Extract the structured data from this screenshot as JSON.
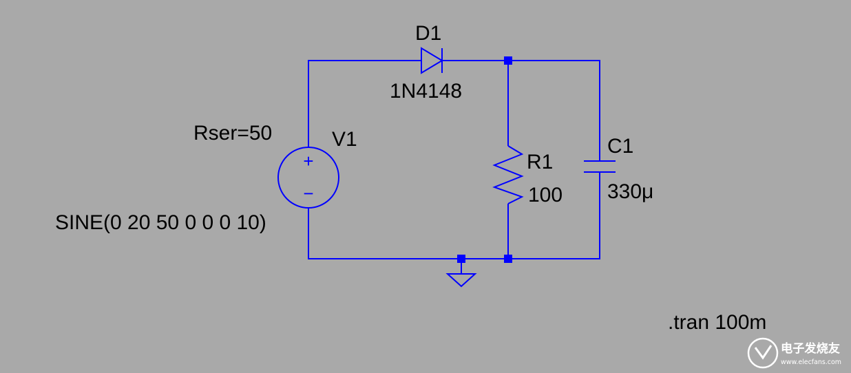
{
  "colors": {
    "background": "#a9a9a9",
    "wire": "#0000ff",
    "label": "#000000",
    "watermark": "#ffffff"
  },
  "source": {
    "name": "V1",
    "series_resistance": "Rser=50",
    "value": "SINE(0 20 50 0 0 0 10)",
    "plus_symbol": "+",
    "minus_symbol": "−"
  },
  "diode": {
    "name": "D1",
    "model": "1N4148"
  },
  "resistor": {
    "name": "R1",
    "value": "100"
  },
  "capacitor": {
    "name": "C1",
    "value": "330μ"
  },
  "directive": ".tran 100m",
  "watermark": {
    "text_cn": "电子发烧友",
    "url": "www.elecfans.com"
  }
}
